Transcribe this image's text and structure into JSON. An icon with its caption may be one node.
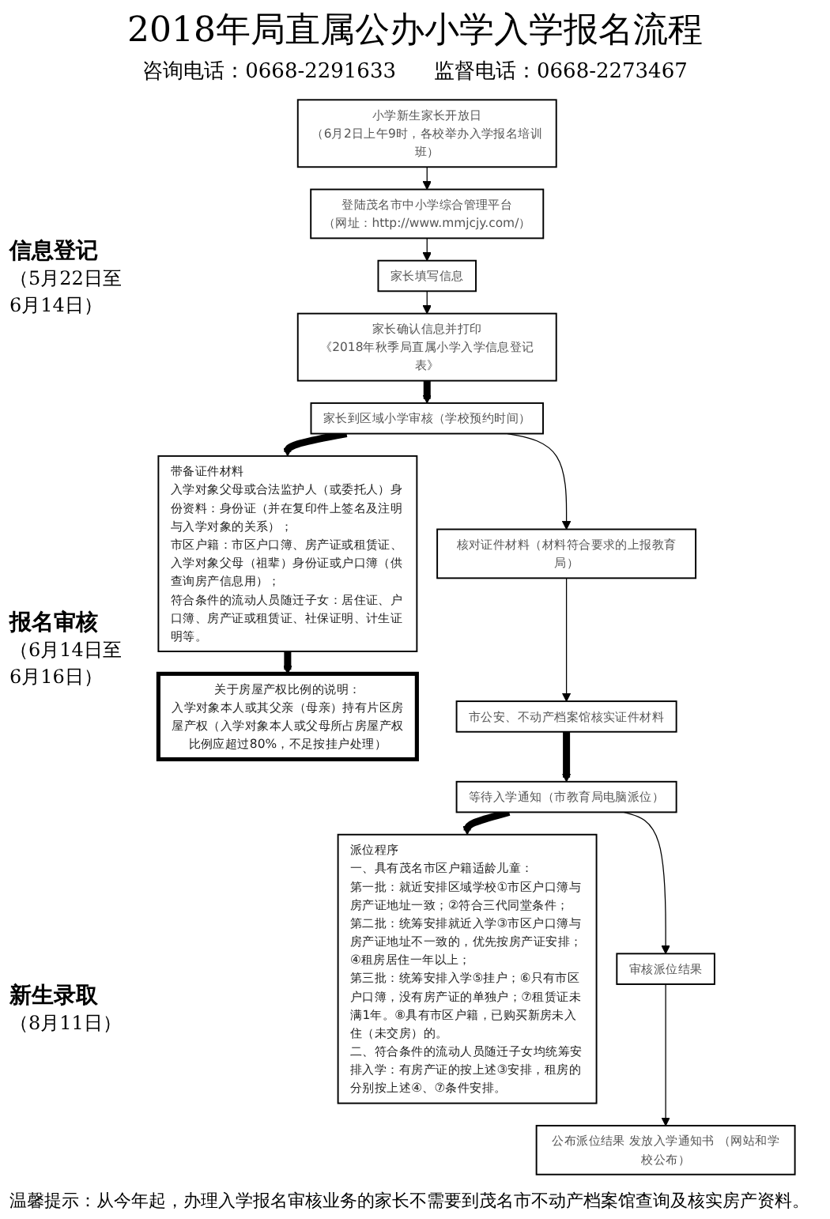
{
  "diagram": {
    "title": "2018年局直属公办小学入学报名流程",
    "caption": "温馨提示：从今年起，办理入学报名审核业务的家长不需要到茂名市不动产档案馆查询及核实房产资料。",
    "nodes": [
      {
        "text": [
          "小学新生家长开放日",
          "（6月2日上午9时，各校举办入学报名培训班）"
        ]
      },
      {
        "text": [
          "登陆茂名市中小学综合管理平台",
          "（网址：http://www.mmjcjy.com/）"
        ]
      },
      {
        "text": [
          "家长填写信息"
        ]
      },
      {
        "text": [
          "家长确认信息并打印",
          "《2018年秋季局直属小学入学信息登记表》"
        ]
      },
      {
        "text": [
          "关于房屋产权比例的说明：",
          "入学对象本人或其父亲（母亲）持有片区房屋产权（入学对象本人或父母所占房屋产权比例应超过80%，不足按挂户处理）"
        ]
      },
      {
        "text": [
          "家长到区域小学审核（学校预约时间）"
        ]
      },
      {
        "text": [
          "带备证件材料",
          "入学对象父母或合法监护人（或委托人）身份资料：身份证（并在复印件上签名及注明与入学对象的关系）；",
          "市区户籍：市区户口簿、房产证或租赁证、入学对象父母（祖辈）身份证或户口簿（供查询房产信息用）；",
          "符合条件的流动人员随迁子女：居住证、户口簿、房产证或租赁证、社保证明、计生证明等。"
        ]
      },
      {
        "text": [
          "核对证件材料（材料符合要求的上报教育局）"
        ]
      },
      {
        "text": [
          "市公安、不动产档案馆核实证件材料"
        ]
      },
      {
        "text": [
          "等待入学通知（市教育局电脑派位）"
        ]
      },
      {
        "text": [
          "派位程序",
          "一、具有茂名市区户籍适龄儿童：",
          "第一批：就近安排区域学校①市区户口簿与房产证地址一致；②符合三代同堂条件；",
          "第二批：统筹安排就近入学③市区户口簿与房产证地址不一致的，优先按房产证安排；④租房居住一年以上；",
          "第三批：统筹安排入学⑤挂户；⑥只有市区户口簿，没有房产证的单独户；⑦租赁证未满1年。⑧具有市区户籍，已购买新房未入住（未交房）的。",
          "二、符合条件的流动人员随迁子女均统筹安排入学：有房产证的按上述③安排，租房的分别按上述④、⑦条件安排。"
        ]
      },
      {
        "text": [
          "审核派位结果"
        ]
      },
      {
        "text": [
          "公布派位结果 发放入学通知书 （网站和学校公布）"
        ]
      }
    ],
    "edges": [
      {
        "from": 0,
        "to": 1,
        "arrow": "to"
      },
      {
        "from": 1,
        "to": 2,
        "arrow": "to"
      },
      {
        "from": 2,
        "to": 3,
        "arrow": "to"
      },
      {
        "from": 3,
        "to": 5,
        "arrow": "to",
        "style": "thick"
      },
      {
        "from": 5,
        "to": 6,
        "arrow": "to",
        "style": "thick"
      },
      {
        "from": 6,
        "to": 4,
        "arrow": "to",
        "style": "thick"
      },
      {
        "from": 5,
        "to": 7,
        "arrow": "to"
      },
      {
        "from": 7,
        "to": 8,
        "arrow": "to"
      },
      {
        "from": 8,
        "to": 9,
        "arrow": "to",
        "style": "thick"
      },
      {
        "from": 9,
        "to": 10,
        "arrow": "to",
        "style": "thick"
      },
      {
        "from": 9,
        "to": 11,
        "arrow": "to"
      },
      {
        "from": 11,
        "to": 12,
        "arrow": "to"
      }
    ],
    "labels": [
      "咨询电话：0668-2291633",
      "监督电话：0668-2273467",
      "信息登记",
      "（5月22日至6月14日）",
      "报名审核",
      "（6月14日至6月16日）",
      "新生录取",
      "（8月11日）"
    ]
  }
}
